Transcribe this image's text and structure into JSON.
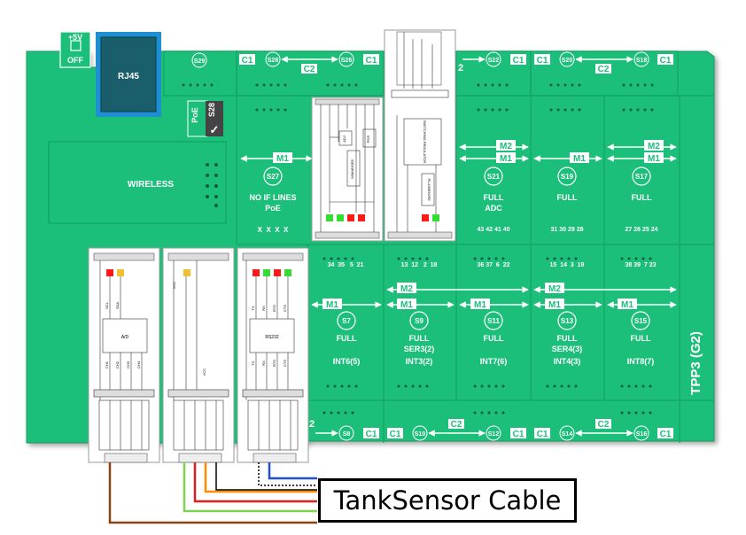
{
  "board": {
    "name": "TPP3 (G2)",
    "power_label": "+5V",
    "power_state": "OFF",
    "rj45": "RJ45",
    "poe": "PoE",
    "s28": "S28",
    "check": "✓",
    "wireless": "WIRELESS"
  },
  "colors": {
    "board": "#1bbf7a",
    "board_dark": "#16a86a",
    "rj45_border": "#1e8fd0",
    "rj45_fill": "#1b5e6b",
    "led_red": "#ff1a1a",
    "led_yellow": "#f0c030",
    "led_green": "#33dd33",
    "wire_brown": "#8b4513",
    "wire_green": "#7fd14f",
    "wire_red": "#e02020",
    "wire_orange": "#ff8c00",
    "wire_blue": "#1f4fd8"
  },
  "top_row": {
    "s29": "S29",
    "c1": "C1",
    "c2": "C2",
    "s28b": "S28",
    "s26": "S26",
    "s22": "S22",
    "s20": "S20",
    "s18": "S18",
    "c2_partial": "2"
  },
  "mid_slots": [
    {
      "id": "S27",
      "line1": "NO IF LINES",
      "line2": "PoE",
      "pins": "X  X  X  X",
      "m": "M1"
    },
    {
      "id": "S21",
      "line1": "FULL",
      "line2": "ADC",
      "pins": "43 42 41 40",
      "m": "M1",
      "m2": "M2"
    },
    {
      "id": "S19",
      "line1": "FULL",
      "line2": "",
      "pins": "31 30 29 28",
      "m": "M1"
    },
    {
      "id": "S17",
      "line1": "FULL",
      "line2": "",
      "pins": "27 26 25 24",
      "m": "M1",
      "m2": "M2"
    }
  ],
  "mid_pin_rows": {
    "a": "34  35   5  21",
    "b": "13  12   2  18",
    "c": "36 37  6  22",
    "d": "15  14  3  19",
    "e": "38 39  7 23"
  },
  "bottom_slots": [
    {
      "id": "S7",
      "line1": "FULL",
      "line2": "",
      "line3": "INT6(5)",
      "m": "M1"
    },
    {
      "id": "S9",
      "line1": "FULL",
      "line2": "SER3(2)",
      "line3": "INT3(2)",
      "m": "M1",
      "m2": "M2"
    },
    {
      "id": "S11",
      "line1": "FULL",
      "line2": "",
      "line3": "INT7(6)",
      "m": "M1"
    },
    {
      "id": "S13",
      "line1": "FULL",
      "line2": "SER4(3)",
      "line3": "INT4(3)",
      "m": "M1",
      "m2": "M2"
    },
    {
      "id": "S15",
      "line1": "FULL",
      "line2": "",
      "line3": "INT8(7)",
      "m": "M1"
    }
  ],
  "bottom_row": {
    "s8": "S8",
    "s10": "S10",
    "s12": "S12",
    "s14": "S14",
    "s16": "S16",
    "c1": "C1",
    "c2": "C2",
    "c2_partial": "2"
  },
  "modules": {
    "ad": {
      "chip": "A/D",
      "sig1": "SCL",
      "sig2": "SDA",
      "ch": [
        "CH1",
        "CH2",
        "CH3",
        "CH4"
      ]
    },
    "vcc": {
      "sig1": "VCC",
      "sig2": "VCC"
    },
    "rs232": {
      "chip": "RS232",
      "sig": [
        "TX",
        "RX",
        "RTS",
        "CTS"
      ]
    },
    "upper1": {
      "chip1": "ADJ",
      "chip2": "POS",
      "chip3": "NIMMOOR5"
    },
    "upper2": {
      "chip": "SWITCHING REGULATOR",
      "chip2": "PLUSMOOR5"
    }
  },
  "caption": "TankSensor Cable"
}
